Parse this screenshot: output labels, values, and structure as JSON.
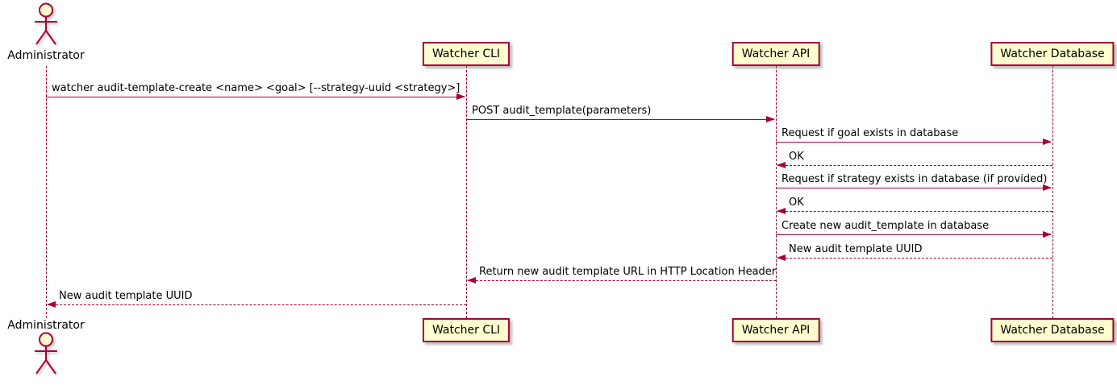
{
  "diagram": {
    "type": "sequence-diagram",
    "colors": {
      "line": "#A80036",
      "fill": "#FEFECE",
      "text": "#000000",
      "background": "#FFFFFF"
    },
    "participants": [
      {
        "id": "administrator",
        "label": "Administrator",
        "kind": "actor"
      },
      {
        "id": "watcher-cli",
        "label": "Watcher CLI",
        "kind": "box"
      },
      {
        "id": "watcher-api",
        "label": "Watcher API",
        "kind": "box"
      },
      {
        "id": "watcher-database",
        "label": "Watcher Database",
        "kind": "box"
      }
    ],
    "messages": [
      {
        "from": "administrator",
        "to": "watcher-cli",
        "line": "solid",
        "text": "watcher audit-template-create <name> <goal> [--strategy-uuid <strategy>]"
      },
      {
        "from": "watcher-cli",
        "to": "watcher-api",
        "line": "solid",
        "text": "POST audit_template(parameters)"
      },
      {
        "from": "watcher-api",
        "to": "watcher-database",
        "line": "solid",
        "text": "Request if goal exists in database"
      },
      {
        "from": "watcher-database",
        "to": "watcher-api",
        "line": "dotted",
        "text": "OK"
      },
      {
        "from": "watcher-api",
        "to": "watcher-database",
        "line": "solid",
        "text": "Request if strategy exists in database (if provided)"
      },
      {
        "from": "watcher-database",
        "to": "watcher-api",
        "line": "dotted",
        "text": "OK"
      },
      {
        "from": "watcher-api",
        "to": "watcher-database",
        "line": "solid",
        "text": "Create new audit_template in database"
      },
      {
        "from": "watcher-database",
        "to": "watcher-api",
        "line": "dotted",
        "text": "New audit template UUID"
      },
      {
        "from": "watcher-api",
        "to": "watcher-cli",
        "line": "dotted",
        "text": "Return new audit template URL in HTTP Location Header"
      },
      {
        "from": "watcher-cli",
        "to": "administrator",
        "line": "dotted",
        "text": "New audit template UUID"
      }
    ]
  }
}
